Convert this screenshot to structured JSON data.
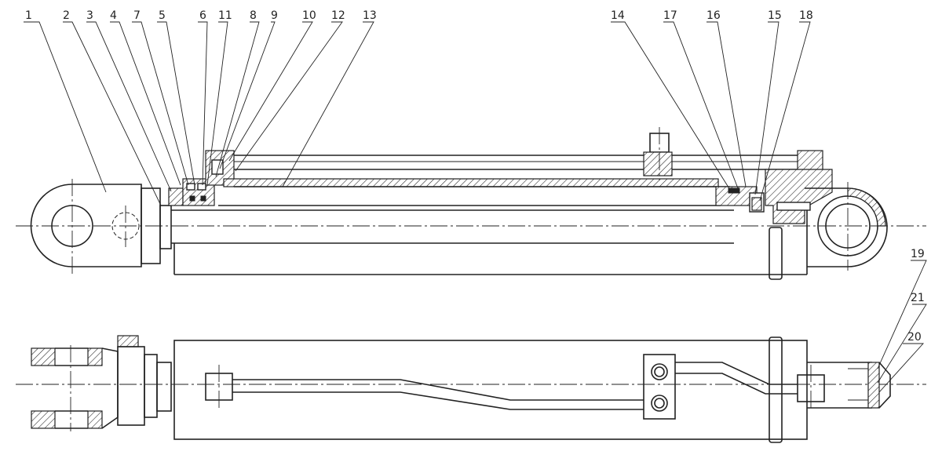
{
  "labels": {
    "p1": "1",
    "p2": "2",
    "p3": "3",
    "p4": "4",
    "p7": "7",
    "p5": "5",
    "p6": "6",
    "p11": "11",
    "p8": "8",
    "p9": "9",
    "p10": "10",
    "p12": "12",
    "p13": "13",
    "p14": "14",
    "p17": "17",
    "p16": "16",
    "p15": "15",
    "p18": "18",
    "p19": "19",
    "p21": "21",
    "p20": "20"
  },
  "colors": {
    "ink": "#222222",
    "paper": "#ffffff"
  }
}
